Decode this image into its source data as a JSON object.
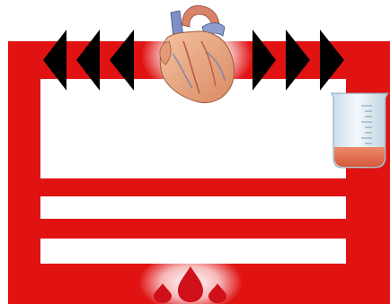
{
  "diagram": {
    "colors": {
      "circuit_red": "#e01212",
      "arrow_black": "#000000",
      "heart_flesh": "#e8a880",
      "heart_vessel_blue": "#7f8fc6",
      "liquid": "#e06a4a",
      "beaker_glass": "#d7e6ef",
      "blood_drop": "#d0101a"
    },
    "flow_direction": "right",
    "left_arrows": {
      "count": 3,
      "direction": "left",
      "icon": "arrow-left-icon"
    },
    "right_arrows": {
      "count": 3,
      "direction": "right",
      "icon": "arrow-right-icon"
    },
    "heart": {
      "icon": "heart-icon"
    },
    "beaker": {
      "icon": "beaker-icon",
      "fill_level": 0.25
    },
    "blood_drops": {
      "count": 3,
      "icon": "blood-drop-icon"
    }
  }
}
